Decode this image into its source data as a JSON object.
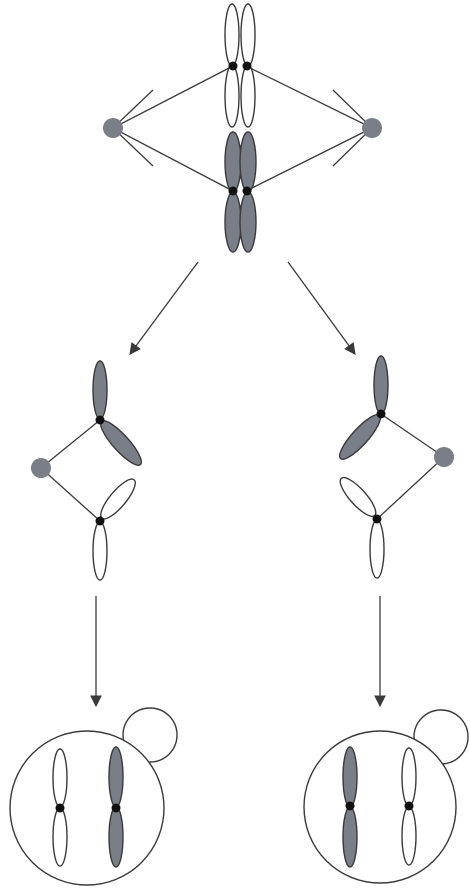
{
  "colors": {
    "background": "#ffffff",
    "line": "#3a3a3a",
    "dark_chromatid": "#7a7f87",
    "light_chromatid": "#ffffff",
    "spindle_pole": "#7a7f87",
    "centromere": "#111111"
  },
  "stages": [
    "metaphase-spindle",
    "anaphase-left-daughter",
    "anaphase-right-daughter",
    "budding-cell-left",
    "budding-cell-right"
  ]
}
